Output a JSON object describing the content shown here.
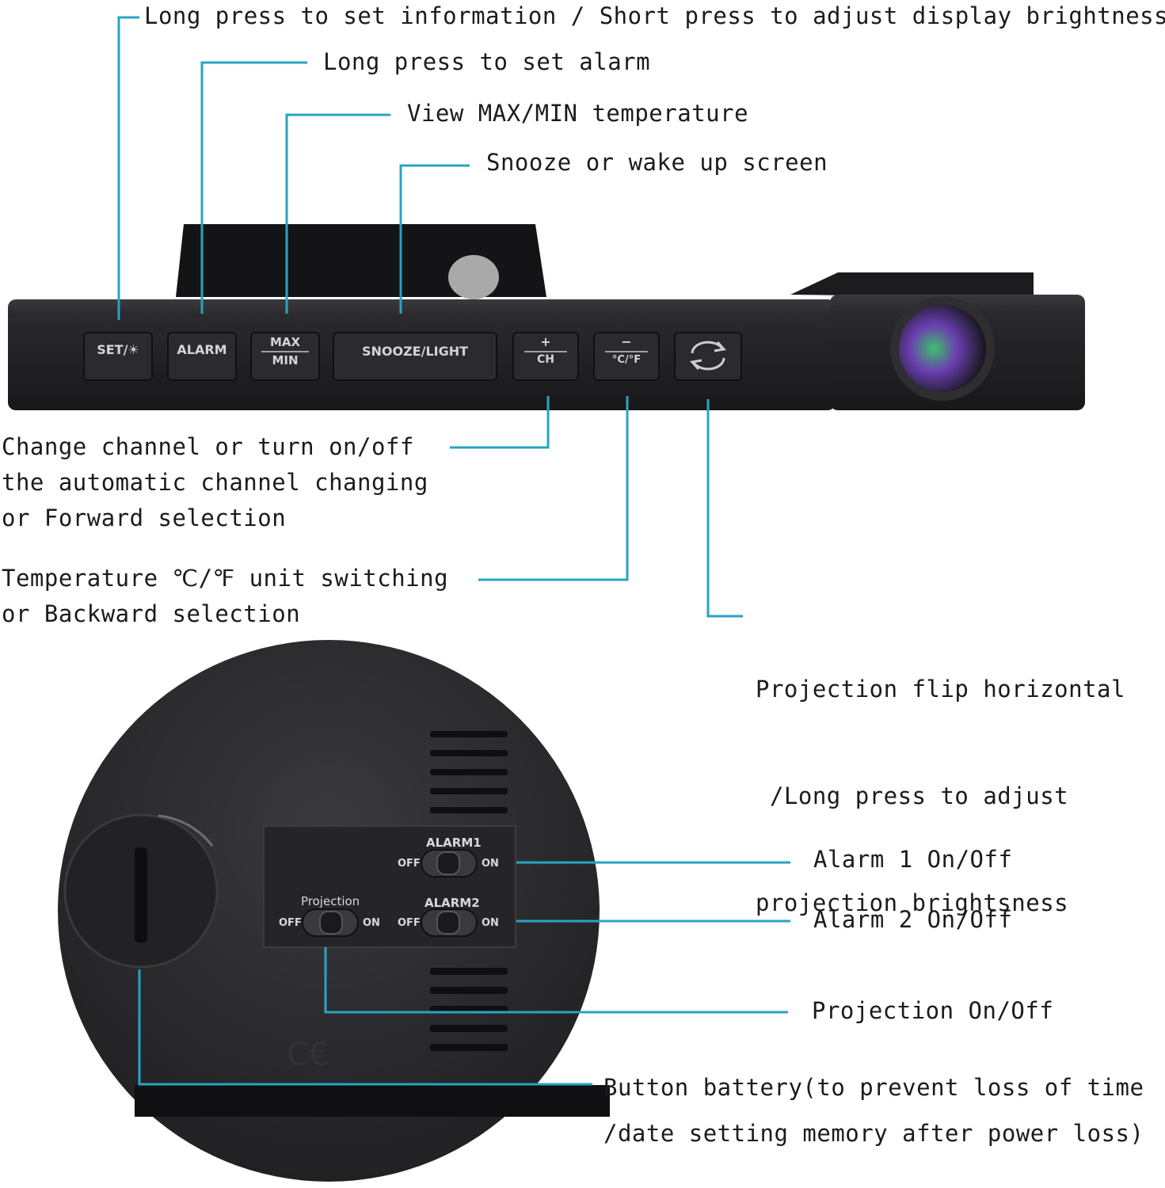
{
  "callouts": {
    "set": "Long press to set information / Short press to adjust display brightness",
    "alarm": "Long press to set alarm",
    "maxmin": "View MAX/MIN temperature",
    "snooze": "Snooze or wake up screen",
    "channel": [
      "Change channel or turn on/off",
      "the automatic channel changing",
      "or Forward selection"
    ],
    "unit": [
      "Temperature ℃/℉ unit switching",
      "or Backward selection"
    ],
    "projection_flip": [
      "Projection flip horizontal",
      " /Long press to adjust",
      "projection brightsness"
    ],
    "alarm1": "Alarm 1 On/Off",
    "alarm2": "Alarm 2 On/Off",
    "projection": "Projection On/Off",
    "battery": [
      "Button battery(to prevent loss of time",
      "/date setting memory after power loss)"
    ]
  },
  "device_buttons": {
    "set": "SET/☀",
    "alarm": "ALARM",
    "max": "MAX",
    "min": "MIN",
    "snooze": "SNOOZE/LIGHT",
    "plus": "+",
    "ch": "CH",
    "minus": "−",
    "cf": "°C/°F",
    "flip_icon": "refresh-icon"
  },
  "back_panel": {
    "alarm1": "ALARM1",
    "alarm2": "ALARM2",
    "projection": "Projection",
    "off": "OFF",
    "on": "ON"
  },
  "colors": {
    "leader": "#2aa3c2",
    "device": "#232326"
  }
}
